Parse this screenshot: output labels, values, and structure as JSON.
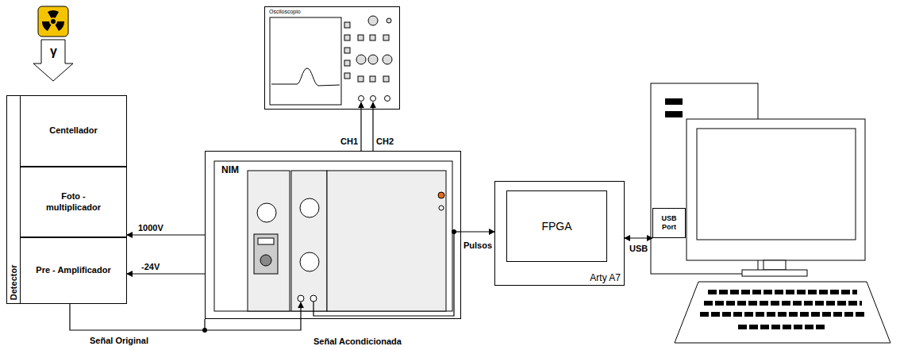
{
  "diagram": {
    "nodes": [
      {
        "text": [
          "Detector"
        ]
      },
      {
        "text": [
          "Centellador"
        ],
        "in": 0
      },
      {
        "text": [
          "Foto - multiplicador"
        ],
        "in": 0
      },
      {
        "text": [
          "Pre - Amplificador"
        ],
        "in": 0
      },
      {
        "text": [
          "NIM"
        ]
      },
      {
        "text": [
          "Osciloscopio"
        ]
      },
      {
        "text": [
          "Arty A7"
        ]
      },
      {
        "text": [
          "FPGA"
        ],
        "in": 6
      },
      {
        "text": [
          "USB Port"
        ]
      }
    ],
    "edges": [
      {
        "from": 4,
        "to": 2,
        "label": "1000V",
        "arrow": "to"
      },
      {
        "from": 4,
        "to": 3,
        "label": "-24V",
        "arrow": "to"
      },
      {
        "from": 0,
        "to": 4,
        "label": "Señal Original",
        "arrow": "to"
      },
      {
        "from": 4,
        "to": 5,
        "label": "CH1",
        "arrow": "to"
      },
      {
        "from": 4,
        "to": 5,
        "label": "CH2",
        "arrow": "to"
      },
      {
        "from": 4,
        "to": 6,
        "label": "Pulsos",
        "arrow": "to"
      },
      {
        "from": 6,
        "to": 8,
        "label": "USB",
        "arrow": "both"
      }
    ],
    "labels": [
      "γ",
      "Señal Acondicionada"
    ]
  }
}
